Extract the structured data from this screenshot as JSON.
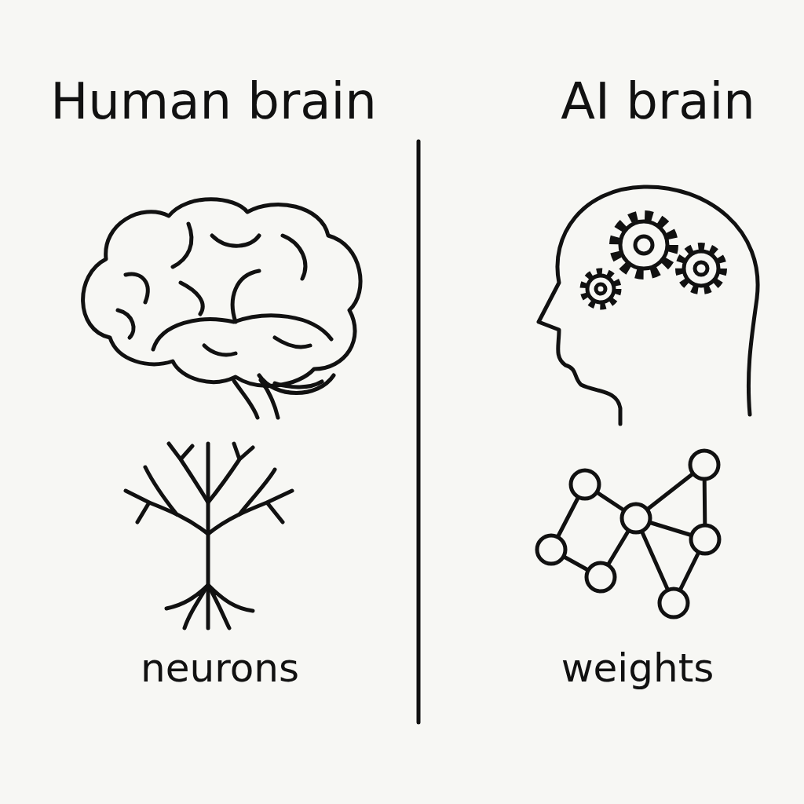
{
  "diagram": {
    "labels": [
      "Human brain",
      "AI brain",
      "neurons",
      "weights"
    ]
  }
}
